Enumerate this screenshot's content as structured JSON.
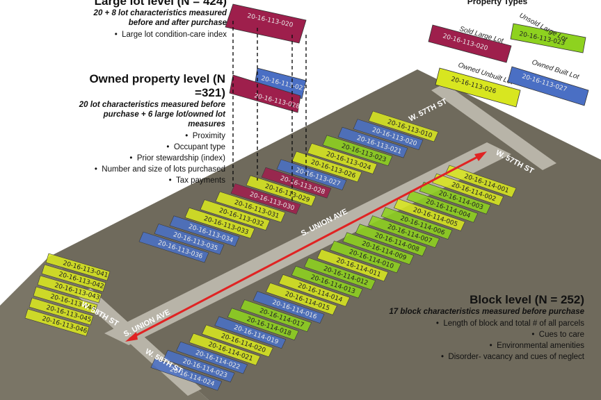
{
  "colors": {
    "sold_large_lot": "#9e1f4c",
    "unsold_large_lot": "#8ed21f",
    "owned_unbuilt_lot": "#d8e620",
    "owned_built_lot": "#4a6fc4",
    "arrow": "#e02323",
    "aerial_ground": "#6f6a5c",
    "road": "#b8b4a8"
  },
  "large_lot_panel": {
    "title": "Large lot level (N = 424)",
    "subtitle": "20 + 8 lot characteristics measured before and after purchase",
    "items": [
      "Large lot condition-care index"
    ]
  },
  "owned_panel": {
    "title": "Owned property level (N =321)",
    "subtitle": "20 lot characteristics measured before purchase + 6 large lot/owned lot measures",
    "items": [
      "Proximity",
      "Occupant type",
      "Prior stewardship (index)",
      "Number and size of lots purchased",
      "Tax payments"
    ]
  },
  "block_panel": {
    "title": "Block level (N = 252)",
    "subtitle": "17 block characteristics measured before purchase",
    "items": [
      "Length of block and total # of all parcels",
      "Cues to care",
      "Environmental amenities",
      "Disorder- vacancy and cues of neglect"
    ]
  },
  "legend": {
    "title": "Property Types",
    "entries": [
      {
        "key": "sold",
        "label": "Sold Large Lot",
        "id": "20-16-113-020",
        "icon": "purple-parcel"
      },
      {
        "key": "unsold",
        "label": "Unsold Large Lot",
        "id": "20-16-113-023",
        "icon": "green-parcel"
      },
      {
        "key": "unbuilt",
        "label": "Owned Unbuilt Lot",
        "id": "20-16-113-026",
        "icon": "yellow-parcel"
      },
      {
        "key": "built",
        "label": "Owned Built Lot",
        "id": "20-16-113-027",
        "icon": "blue-parcel"
      }
    ]
  },
  "layers": {
    "large_lot_id": "20-16-113-020",
    "owned_lot_ids": [
      "20-16-113-027",
      "20-16-113-028"
    ]
  },
  "streets": [
    "W. 57TH ST",
    "W. 57TH ST",
    "S. UNION AVE",
    "S. UNION AVE",
    "W. 58TH ST",
    "W. 58TH ST"
  ],
  "north_block": [
    {
      "id": "20-16-113-010",
      "type": "unbuilt"
    },
    {
      "id": "20-16-113-020",
      "type": "built"
    },
    {
      "id": "20-16-113-021",
      "type": "built"
    },
    {
      "id": "20-16-113-023",
      "type": "unsold"
    },
    {
      "id": "20-16-113-024",
      "type": "unbuilt"
    },
    {
      "id": "20-16-113-026",
      "type": "unbuilt"
    },
    {
      "id": "20-16-113-027",
      "type": "built"
    },
    {
      "id": "20-16-113-028",
      "type": "sold"
    },
    {
      "id": "20-16-113-029",
      "type": "unbuilt"
    },
    {
      "id": "20-16-113-030",
      "type": "sold"
    },
    {
      "id": "20-16-113-031",
      "type": "unbuilt"
    },
    {
      "id": "20-16-113-032",
      "type": "unbuilt"
    },
    {
      "id": "20-16-113-033",
      "type": "unbuilt"
    },
    {
      "id": "20-16-113-034",
      "type": "built"
    },
    {
      "id": "20-16-113-035",
      "type": "built"
    },
    {
      "id": "20-16-113-036",
      "type": "built"
    }
  ],
  "south_block": [
    {
      "id": "20-16-114-001",
      "type": "unbuilt"
    },
    {
      "id": "20-16-114-002",
      "type": "unbuilt"
    },
    {
      "id": "20-16-114-003",
      "type": "unsold"
    },
    {
      "id": "20-16-114-004",
      "type": "unsold"
    },
    {
      "id": "20-16-114-005",
      "type": "unbuilt"
    },
    {
      "id": "20-16-114-006",
      "type": "unsold"
    },
    {
      "id": "20-16-114-007",
      "type": "unsold"
    },
    {
      "id": "20-16-114-008",
      "type": "unsold"
    },
    {
      "id": "20-16-114-009",
      "type": "unsold"
    },
    {
      "id": "20-16-114-010",
      "type": "unsold"
    },
    {
      "id": "20-16-114-011",
      "type": "unbuilt"
    },
    {
      "id": "20-16-114-012",
      "type": "unsold"
    },
    {
      "id": "20-16-114-013",
      "type": "unsold"
    },
    {
      "id": "20-16-114-014",
      "type": "unbuilt"
    },
    {
      "id": "20-16-114-015",
      "type": "unbuilt"
    },
    {
      "id": "20-16-114-016",
      "type": "built"
    },
    {
      "id": "20-16-114-017",
      "type": "unsold"
    },
    {
      "id": "20-16-114-018",
      "type": "unsold"
    },
    {
      "id": "20-16-114-019",
      "type": "built"
    },
    {
      "id": "20-16-114-020",
      "type": "unbuilt"
    },
    {
      "id": "20-16-114-021",
      "type": "unbuilt"
    },
    {
      "id": "20-16-114-022",
      "type": "built"
    },
    {
      "id": "20-16-114-023",
      "type": "built"
    },
    {
      "id": "20-16-114-024",
      "type": "built"
    }
  ],
  "west_block": [
    {
      "id": "20-16-113-041",
      "type": "unbuilt"
    },
    {
      "id": "20-16-113-042",
      "type": "unbuilt"
    },
    {
      "id": "20-16-113-043",
      "type": "unbuilt"
    },
    {
      "id": "20-16-113-044",
      "type": "unbuilt"
    },
    {
      "id": "20-16-113-045",
      "type": "unbuilt"
    },
    {
      "id": "20-16-113-046",
      "type": "unbuilt"
    }
  ]
}
